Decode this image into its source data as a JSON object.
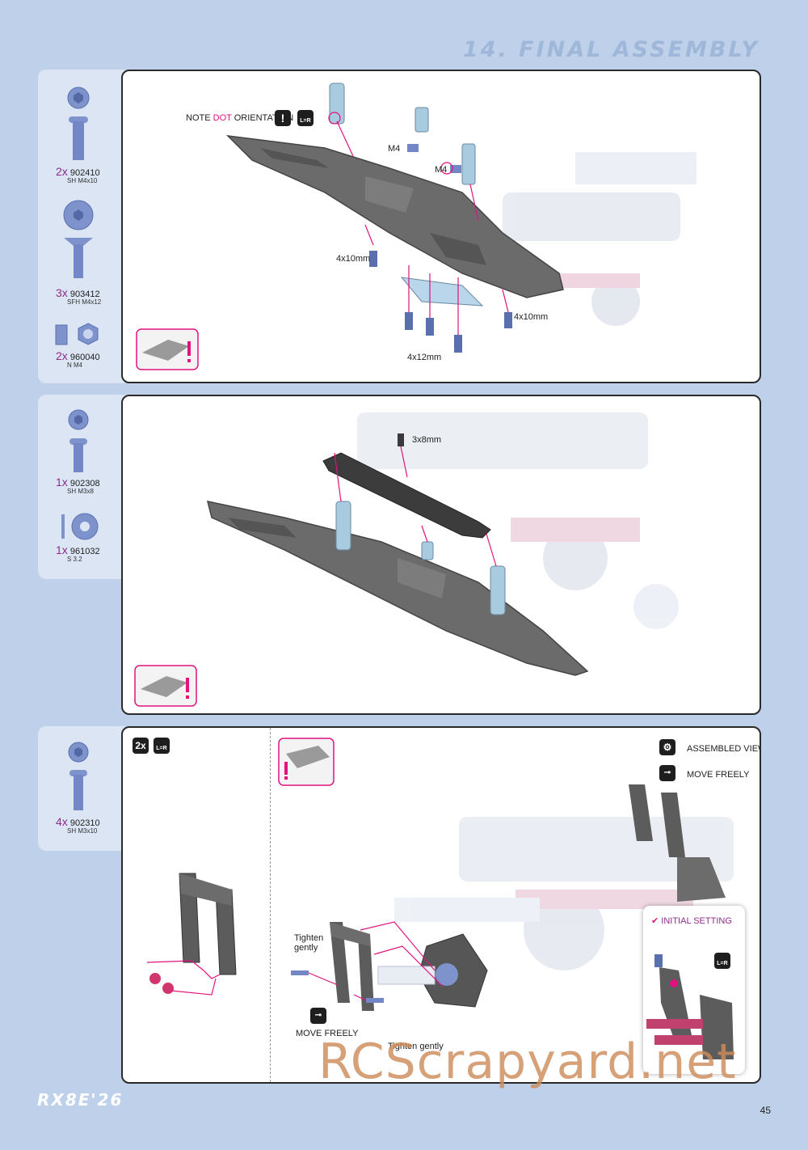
{
  "header": {
    "title": "14. FINAL ASSEMBLY"
  },
  "step1": {
    "parts": [
      {
        "qty": "2x",
        "code": "902410",
        "desc": "SH M4x10"
      },
      {
        "qty": "3x",
        "code": "903412",
        "desc": "SFH M4x12"
      },
      {
        "qty": "2x",
        "code": "960040",
        "desc": "N M4"
      }
    ],
    "labels": {
      "note_prefix": "NOTE ",
      "note_dot": "DOT",
      "note_suffix": " ORIENTATION",
      "m4_a": "M4",
      "m4_b": "M4",
      "screw_left": "4x10mm",
      "screw_right": "4x10mm",
      "screw_bottom": "4x12mm",
      "lr_text": "L=R"
    }
  },
  "step2": {
    "parts": [
      {
        "qty": "1x",
        "code": "902308",
        "desc": "SH M3x8"
      },
      {
        "qty": "1x",
        "code": "961032",
        "desc": "S 3.2"
      }
    ],
    "labels": {
      "screw": "3x8mm"
    }
  },
  "step3": {
    "parts": [
      {
        "qty": "4x",
        "code": "902310",
        "desc": "SH M3x10"
      }
    ],
    "labels": {
      "count_badge": "2x",
      "lr_text": "L=R",
      "assembled_view": "ASSEMBLED VIEW",
      "move_freely_top": "MOVE FREELY",
      "move_freely_bottom": "MOVE FREELY",
      "tighten_gently_left": "Tighten gently",
      "tighten_gently_bottom": "Tighten gently",
      "initial_setting": "INITIAL SETTING",
      "lr_text_b": "L=R"
    }
  },
  "footer": {
    "logo": "RX8E'26",
    "page_number": "45",
    "watermark": "RCScrapyard.net"
  },
  "colors": {
    "accent": "#e0137f",
    "part_blue": "#6f86c4",
    "plate_gray": "#6b6b6b",
    "qty_purple": "#8b2e8b"
  }
}
